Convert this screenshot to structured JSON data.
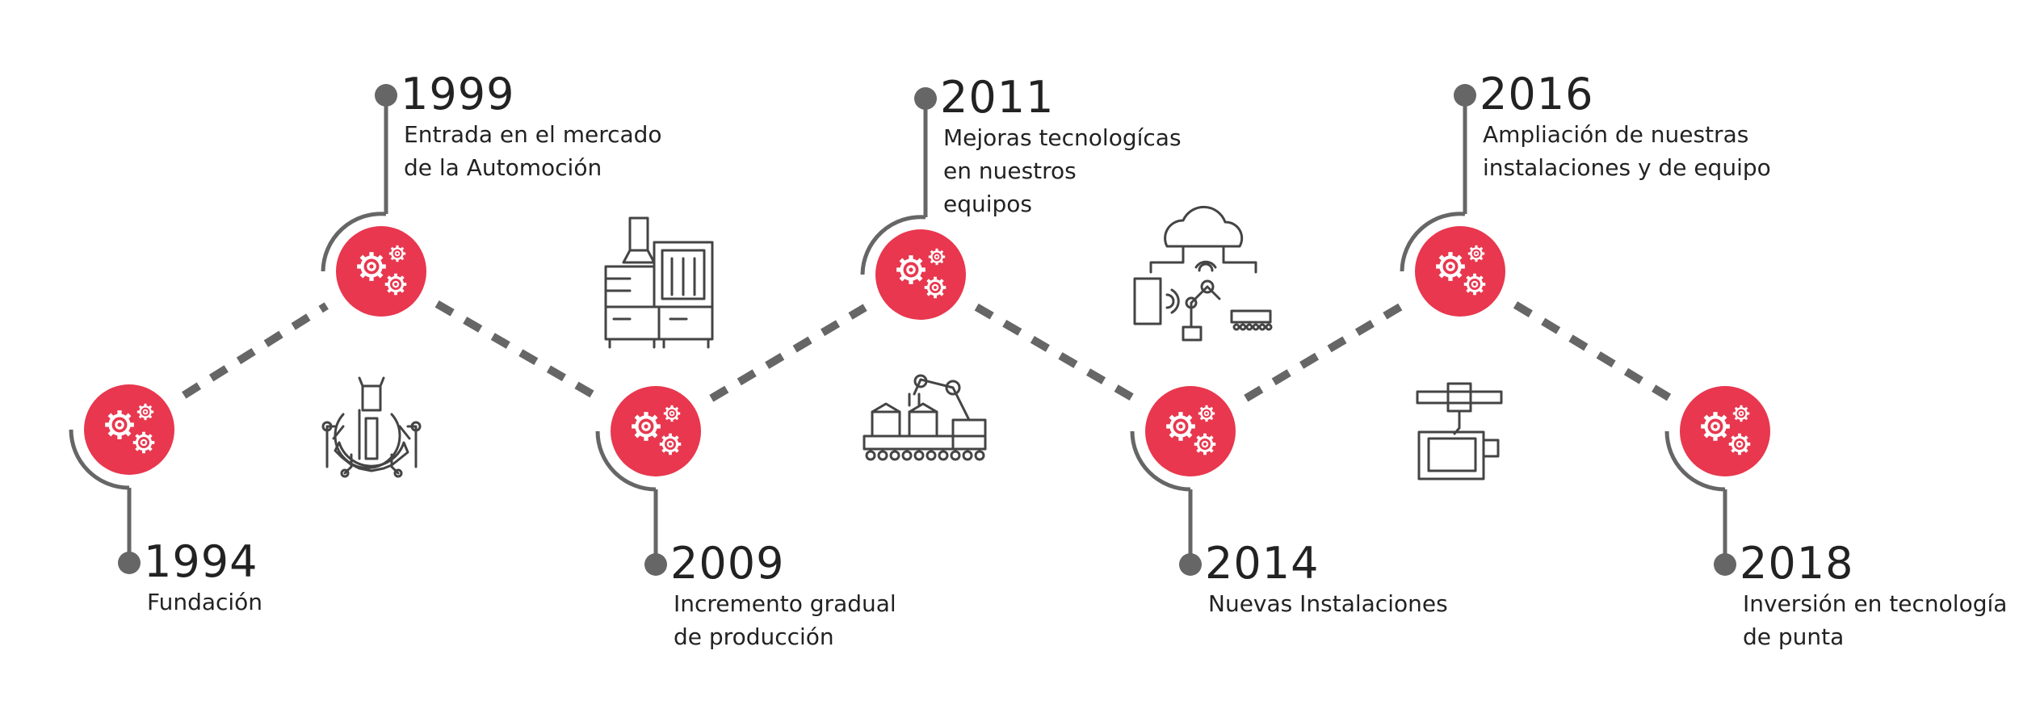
{
  "colors": {
    "accent": "#e8374e",
    "line": "#666666",
    "icon_stroke": "#444444",
    "text": "#222222"
  },
  "milestones": [
    {
      "year": "1994",
      "lines": [
        "Fundación"
      ],
      "icon": "gears-icon"
    },
    {
      "year": "1999",
      "lines": [
        "Entrada en el mercado",
        "de la Automoción"
      ],
      "icon": "gears-icon"
    },
    {
      "year": "2009",
      "lines": [
        "Incremento gradual",
        "de producción"
      ],
      "icon": "gears-icon"
    },
    {
      "year": "2011",
      "lines": [
        "Mejoras tecnologícas",
        "en nuestros",
        "equipos"
      ],
      "icon": "gears-icon"
    },
    {
      "year": "2014",
      "lines": [
        "Nuevas Instalaciones"
      ],
      "icon": "gears-icon"
    },
    {
      "year": "2016",
      "lines": [
        "Ampliación de nuestras",
        "instalaciones y de equipo"
      ],
      "icon": "gears-icon"
    },
    {
      "year": "2018",
      "lines": [
        "Inversión en tecnología",
        "de punta"
      ],
      "icon": "gears-icon"
    }
  ],
  "illustrations": [
    "wrench-gear-icon",
    "injection-machine-icon",
    "robot-arm-conveyor-icon",
    "cloud-iot-icon",
    "press-machine-icon"
  ]
}
